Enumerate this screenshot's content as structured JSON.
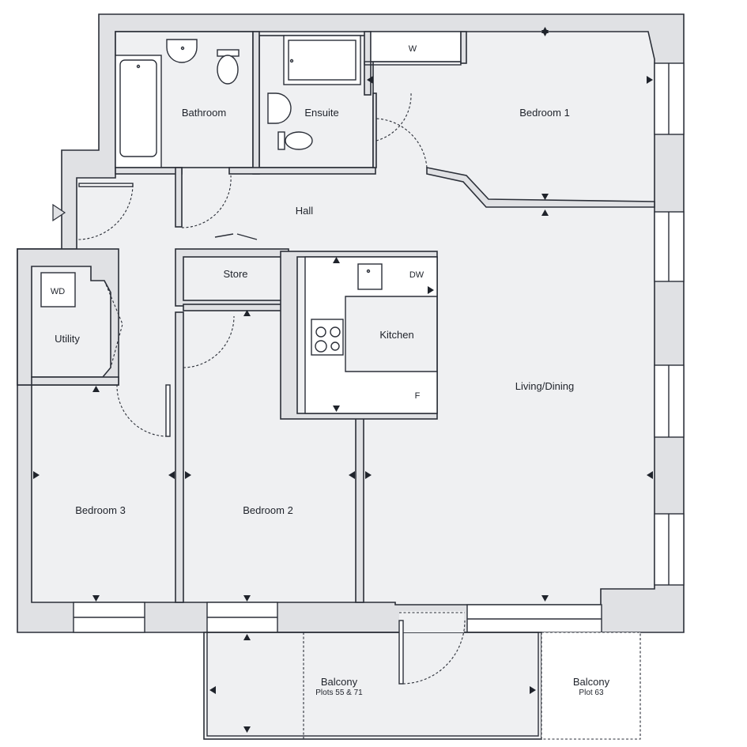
{
  "rooms": {
    "bathroom": "Bathroom",
    "ensuite": "Ensuite",
    "bedroom1": "Bedroom 1",
    "hall": "Hall",
    "store": "Store",
    "kitchen": "Kitchen",
    "utility": "Utility",
    "living": "Living/Dining",
    "bedroom3": "Bedroom 3",
    "bedroom2": "Bedroom 2"
  },
  "balconies": [
    {
      "label": "Balcony",
      "note": "Plots 55 & 71"
    },
    {
      "label": "Balcony",
      "note": "Plot 63"
    }
  ],
  "appliances": {
    "wardrobe": "W",
    "washer_dryer": "WD",
    "dishwasher": "DW",
    "fridge": "F"
  },
  "colors": {
    "floor": "#eff0f2",
    "wall": "#e0e1e4",
    "line": "#2b2f38"
  }
}
